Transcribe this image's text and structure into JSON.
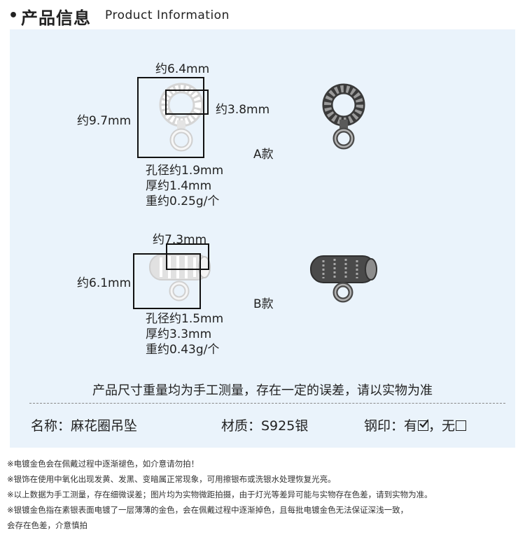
{
  "header": {
    "bullet": "•",
    "title_cn": "产品信息",
    "title_en": "Product Information"
  },
  "item_a": {
    "width": "约6.4mm",
    "height": "约9.7mm",
    "inner": "约3.8mm",
    "label": "A款",
    "hole": "孔径约1.9mm",
    "thickness": "厚约1.4mm",
    "weight": "重约0.25g/个"
  },
  "item_b": {
    "width": "约7.3mm",
    "height": "约6.1mm",
    "label": "B款",
    "hole": "孔径约1.5mm",
    "thickness": "厚约3.3mm",
    "weight": "重约0.43g/个"
  },
  "note": "产品尺寸重量均为手工测量，存在一定的误差，请以实物为准",
  "attributes": {
    "name": "名称：麻花圈吊坠",
    "material": "材质：S925银",
    "stamp_prefix": "钢印：有",
    "stamp_mid": "，无"
  },
  "footer": [
    "※电镀金色会在佩戴过程中逐渐褪色，如介意请勿拍！",
    "※银饰在使用中氧化出现发黄、发黑、变暗属正常现象，可用擦银布或洗银水处理恢复光亮。",
    "※以上数据为手工测量，存在细微误差；图片均为实物微距拍摄，由于灯光等差异可能与实物存在色差，请到实物为准。",
    "※银镀金色指在素银表面电镀了一层薄薄的金色，会在佩戴过程中逐渐掉色，且每批电镀金色无法保证深浅一致，",
    "会存在色差，介意慎拍"
  ]
}
